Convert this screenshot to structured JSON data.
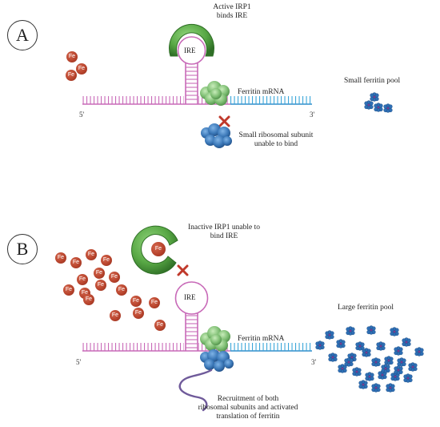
{
  "panels": [
    {
      "letter": "A"
    },
    {
      "letter": "B"
    }
  ],
  "labels": {
    "active_irp1": "Active IRP1\nbinds IRE",
    "ire_a": "IRE",
    "ferritin_mrna_a": "Ferritin mRNA",
    "small_pool": "Small ferritin pool",
    "five_prime_a": "5'",
    "three_prime_a": "3'",
    "small_subunit_unable": "Small ribosomal subunit\nunable to bind",
    "inactive_irp1": "Inactive IRP1 unable to\nbind IRE",
    "ire_b": "IRE",
    "large_pool": "Large ferritin pool",
    "ferritin_mrna_b": "Ferritin mRNA",
    "five_prime_b": "5'",
    "three_prime_b": "3'",
    "recruitment": "Recruitment of both\nribosomal subunits and activated\ntranslation of ferritin"
  },
  "iron_symbol": "Fe",
  "colors": {
    "mrna_5utr": "#c86ab8",
    "mrna_coding": "#3aa6d8",
    "irp1": "#4f9a3a",
    "iron": "#b8442d",
    "ferritin": "#2e6fb5",
    "block_mark": "#c0392b",
    "small_subunit": "#3b78b8",
    "large_subunit": "#6ab06a",
    "trna_strand": "#6f5a9a"
  }
}
